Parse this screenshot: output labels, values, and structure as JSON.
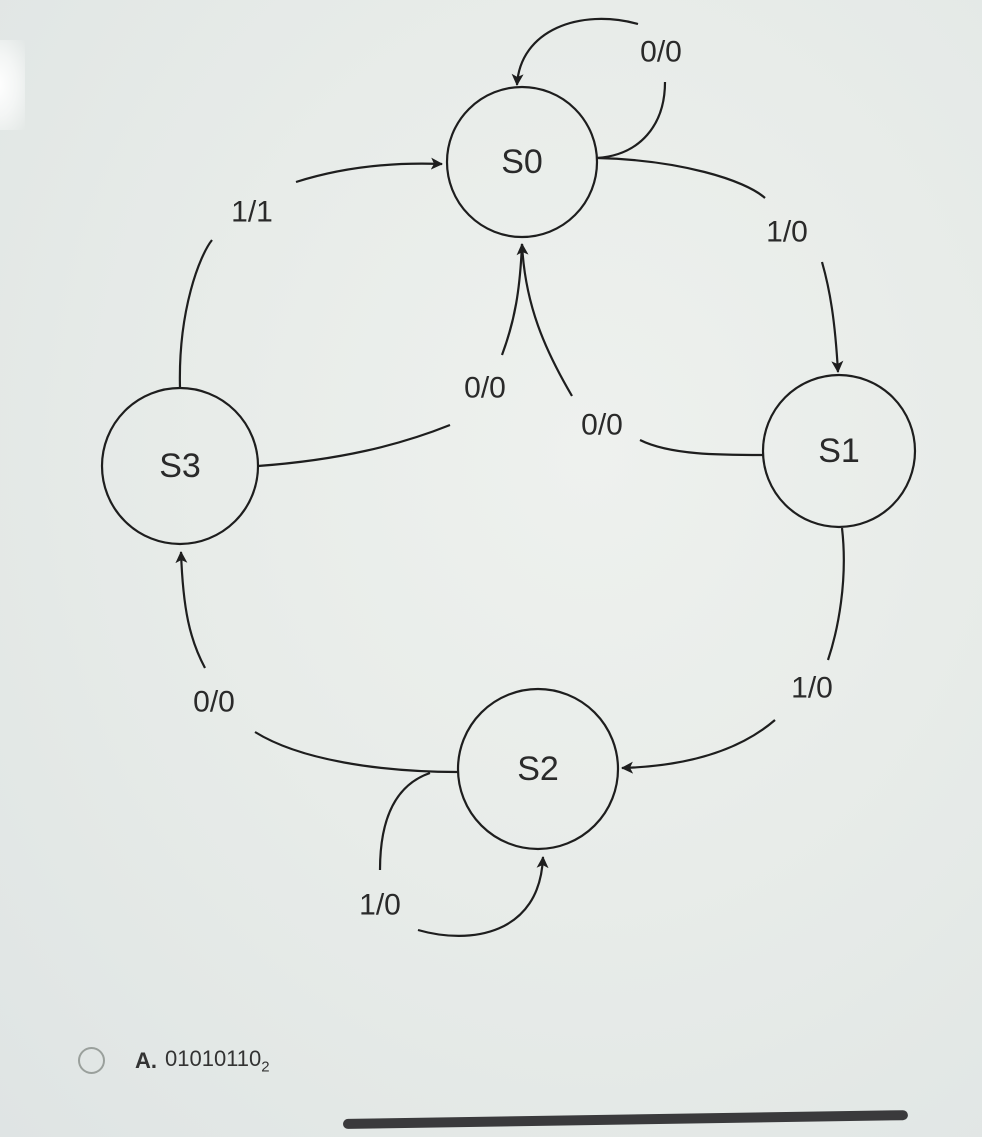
{
  "diagram": {
    "type": "finite-state-machine",
    "states": [
      {
        "id": "S0",
        "label": "S0"
      },
      {
        "id": "S1",
        "label": "S1"
      },
      {
        "id": "S2",
        "label": "S2"
      },
      {
        "id": "S3",
        "label": "S3"
      }
    ],
    "transitions": [
      {
        "from": "S0",
        "to": "S0",
        "label": "0/0"
      },
      {
        "from": "S0",
        "to": "S1",
        "label": "1/0"
      },
      {
        "from": "S1",
        "to": "S0",
        "label": "0/0"
      },
      {
        "from": "S1",
        "to": "S2",
        "label": "1/0"
      },
      {
        "from": "S2",
        "to": "S2",
        "label": "1/0"
      },
      {
        "from": "S2",
        "to": "S3",
        "label": "0/0"
      },
      {
        "from": "S3",
        "to": "S0",
        "label": "1/1"
      },
      {
        "from": "S3",
        "to": "S0",
        "label": "0/0"
      }
    ]
  },
  "answer_option": {
    "letter": "A.",
    "value": "01010110",
    "base_subscript": "2"
  }
}
